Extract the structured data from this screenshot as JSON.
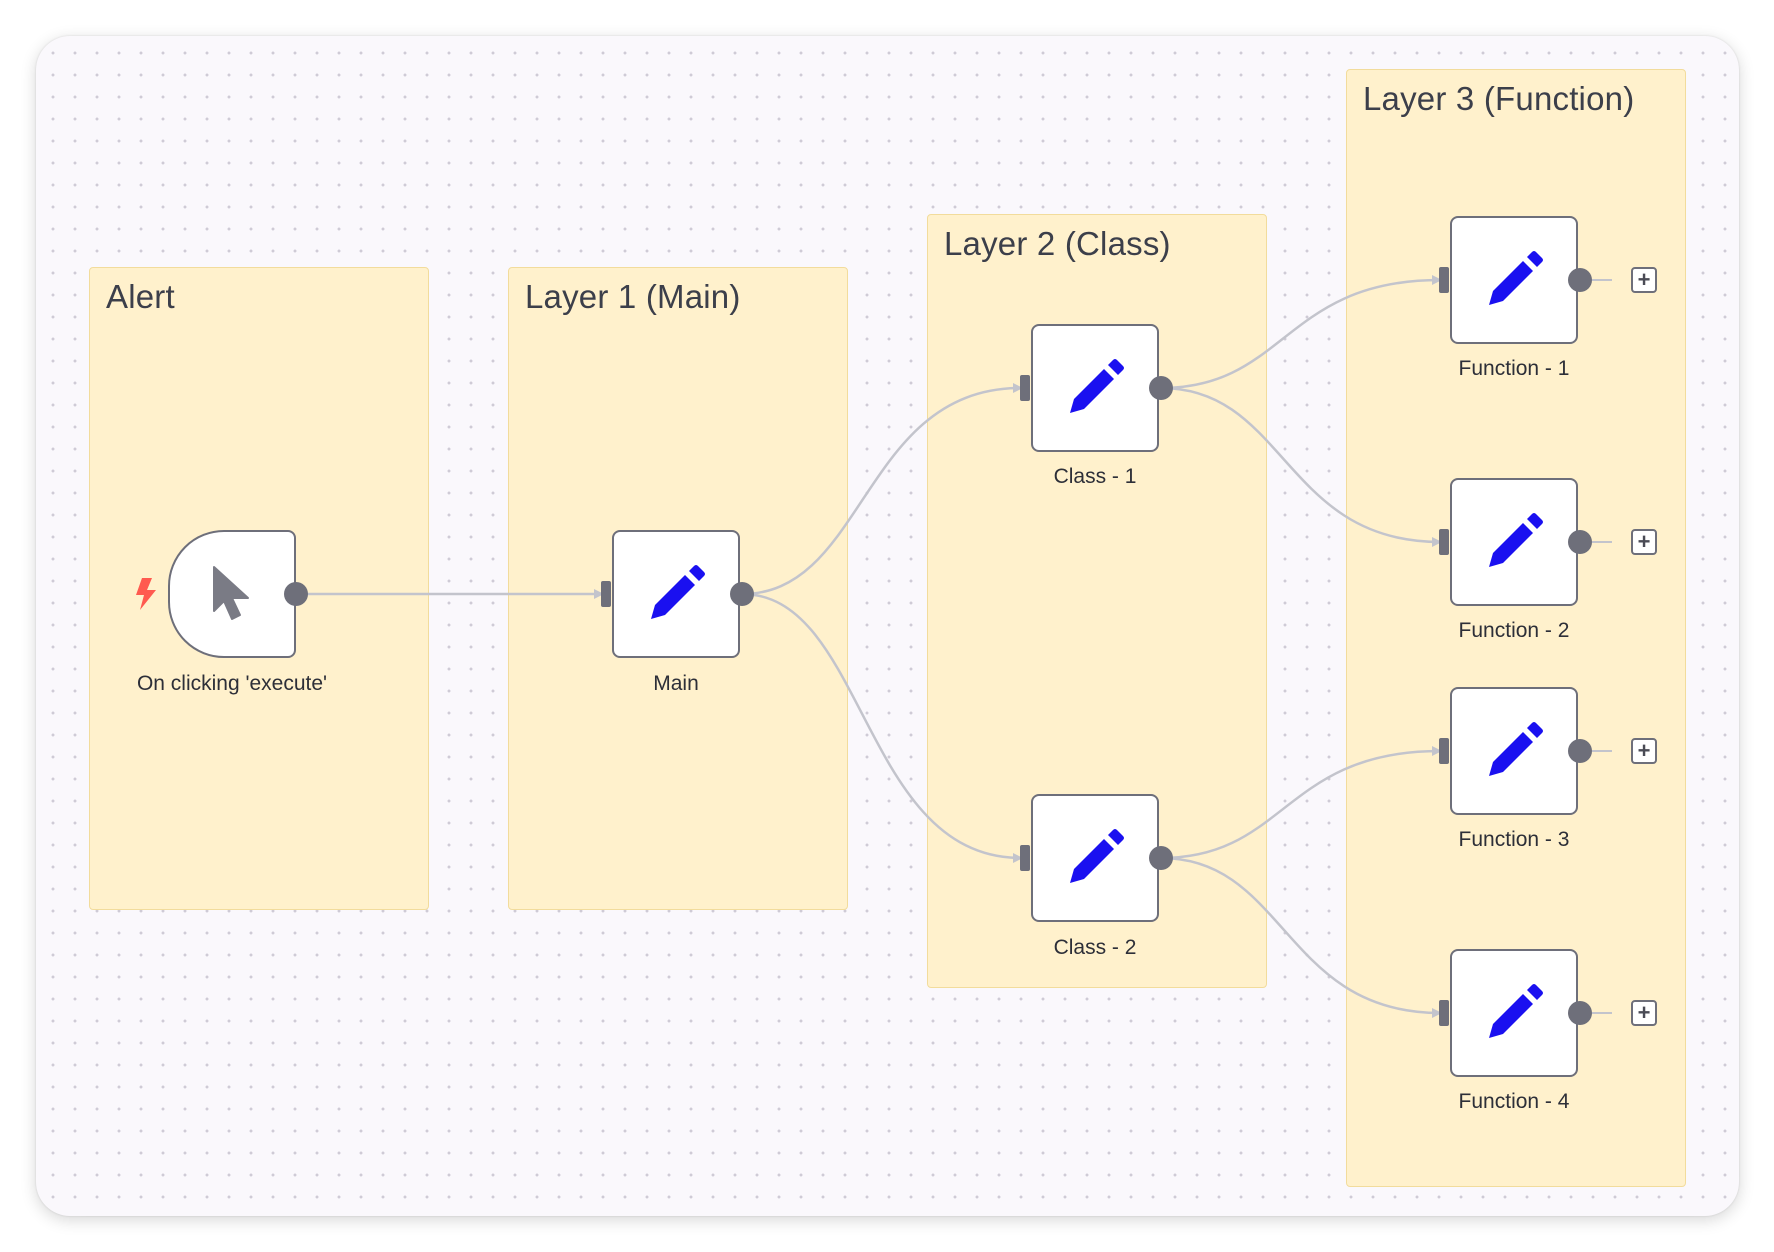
{
  "colors": {
    "group_fill": "#fff1cc",
    "node_border": "#6e6f7a",
    "edge": "#c3c4cc",
    "pencil_icon": "#1a10f0",
    "cursor_icon": "#7a7b85",
    "trigger_bolt": "#ff5a4f"
  },
  "groups": {
    "alert": {
      "title": "Alert"
    },
    "layer1": {
      "title": "Layer 1 (Main)"
    },
    "layer2": {
      "title": "Layer 2 (Class)"
    },
    "layer3": {
      "title": "Layer 3 (Function)"
    }
  },
  "nodes": {
    "trigger": {
      "label": "On clicking 'execute'",
      "icon": "cursor-icon",
      "badge_icon": "lightning-bolt-icon"
    },
    "main": {
      "label": "Main",
      "icon": "pencil-icon"
    },
    "class1": {
      "label": "Class - 1",
      "icon": "pencil-icon"
    },
    "class2": {
      "label": "Class - 2",
      "icon": "pencil-icon"
    },
    "function1": {
      "label": "Function - 1",
      "icon": "pencil-icon"
    },
    "function2": {
      "label": "Function - 2",
      "icon": "pencil-icon"
    },
    "function3": {
      "label": "Function - 3",
      "icon": "pencil-icon"
    },
    "function4": {
      "label": "Function - 4",
      "icon": "pencil-icon"
    }
  },
  "add_button": {
    "symbol": "+"
  },
  "connections": [
    [
      "trigger",
      "main"
    ],
    [
      "main",
      "class1"
    ],
    [
      "main",
      "class2"
    ],
    [
      "class1",
      "function1"
    ],
    [
      "class1",
      "function2"
    ],
    [
      "class2",
      "function3"
    ],
    [
      "class2",
      "function4"
    ]
  ]
}
